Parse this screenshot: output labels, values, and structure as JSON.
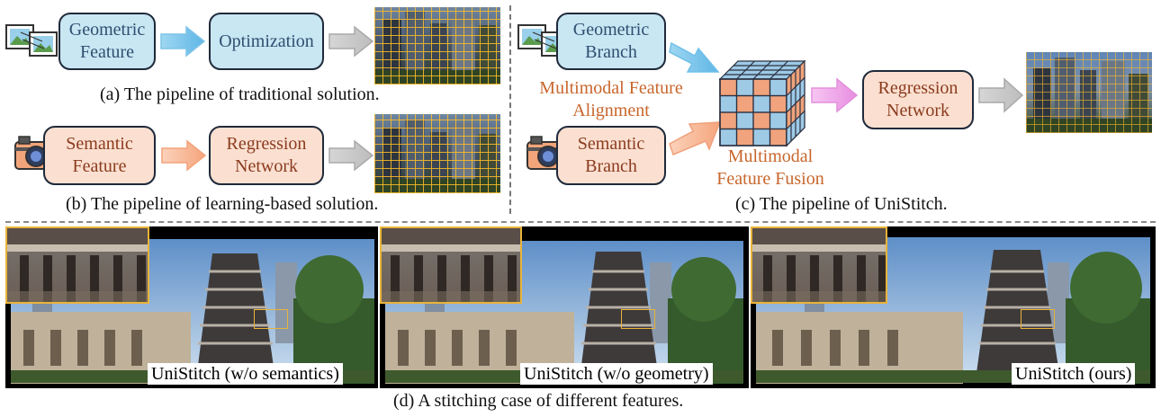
{
  "panel_a": {
    "box1": "Geometric Feature",
    "box2": "Optimization",
    "caption": "(a) The pipeline of traditional solution."
  },
  "panel_b": {
    "box1": "Semantic Feature",
    "box2": "Regression Network",
    "caption": "(b) The pipeline of learning-based solution."
  },
  "panel_c": {
    "branch1": "Geometric Branch",
    "branch2": "Semantic Branch",
    "alignment": "Multimodal Feature Alignment",
    "fusion": "Multimodal Feature Fusion",
    "network": "Regression Network",
    "caption": "(c) The pipeline of UniStitch."
  },
  "panel_d": {
    "caption": "(d) A stitching case of different features.",
    "labels": [
      "UniStitch (w/o semantics)",
      "UniStitch (w/o geometry)",
      "UniStitch (ours)"
    ]
  },
  "colors": {
    "blue_box": "#c9e6f3",
    "peach_box": "#fbe0d1",
    "orange_text": "#c8662c",
    "inset_border": "#e9b43a"
  }
}
